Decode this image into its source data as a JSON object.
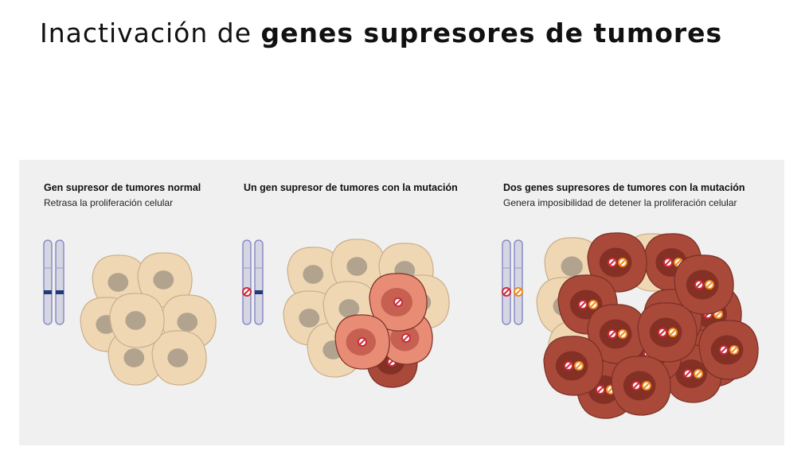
{
  "title": {
    "part1": "Inactivación de",
    "part2": "genes supresores de tumores"
  },
  "panels": [
    {
      "heading": "Gen supresor de tumores normal",
      "subtitle": "Retrasa la proliferación celular",
      "mutations": 0
    },
    {
      "heading": "Un gen supresor de tumores con la mutación",
      "subtitle": "",
      "mutations": 1
    },
    {
      "heading": "Dos genes supresores de tumores con la mutación",
      "subtitle": "Genera imposibilidad de detener la proliferación celular",
      "mutations": 2
    }
  ],
  "colors": {
    "normal_cell": "#f0d7b4",
    "mutant_light": "#e98c76",
    "mutant_dark": "#a9493a",
    "mutation_one": "#cc2b3c",
    "mutation_two": "#ee8a1e",
    "chromosome": "#d6d6e2",
    "band": "#1f3a78"
  }
}
